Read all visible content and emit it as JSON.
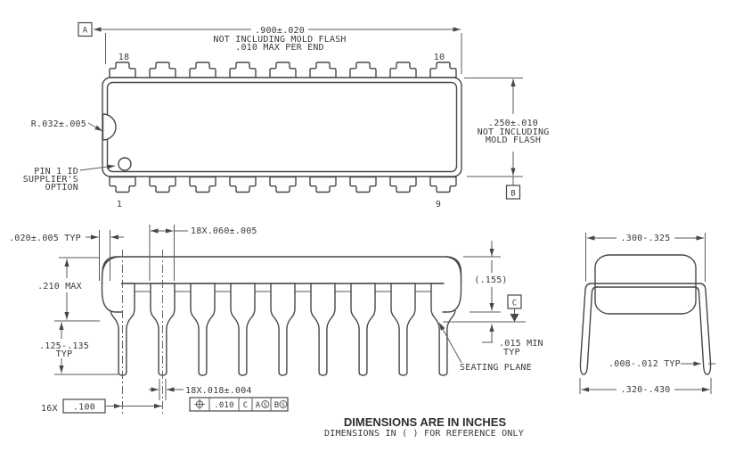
{
  "top_view": {
    "datum_a": "A",
    "datum_b": "B",
    "pin_top_left": "18",
    "pin_top_right": "10",
    "pin_bottom_left": "1",
    "pin_bottom_right": "9",
    "width_dim": {
      "value": ".900±.020",
      "note1": "NOT INCLUDING MOLD FLASH",
      "note2": ".010 MAX PER END"
    },
    "height_dim": {
      "value": ".250±.010",
      "note1": "NOT INCLUDING",
      "note2": "MOLD FLASH"
    },
    "radius_label": "R.032±.005",
    "pin1_id": {
      "line1": "PIN 1 ID",
      "line2": "SUPPLIER'S",
      "line3": "OPTION"
    }
  },
  "side_view": {
    "end_offset": ".020±.005 TYP",
    "shoulder_width": "18X.060±.005",
    "body_height": ".210 MAX",
    "lead_length": ".125-.135",
    "lead_length_typ": "TYP",
    "pitch_prefix": "16X",
    "pitch_value": ".100",
    "lead_width": "18X.018±.004",
    "fcf": {
      "tolerance": ".010",
      "datum_primary": "C",
      "datum_secondary": "A",
      "datum_secondary_mod": "S",
      "datum_tertiary": "B",
      "datum_tertiary_mod": "S"
    },
    "body_ref": "(.155)",
    "datum_c": "C",
    "standoff": ".015 MIN",
    "standoff_typ": "TYP",
    "seating_plane_label": "SEATING PLANE"
  },
  "end_view": {
    "row_spacing": ".300-.325",
    "lead_thickness": ".008-.012 TYP",
    "overall_row_spread": ".320-.430"
  },
  "notes": {
    "units_line": "DIMENSIONS ARE IN INCHES",
    "reference_line": "DIMENSIONS IN ( ) FOR REFERENCE ONLY"
  }
}
